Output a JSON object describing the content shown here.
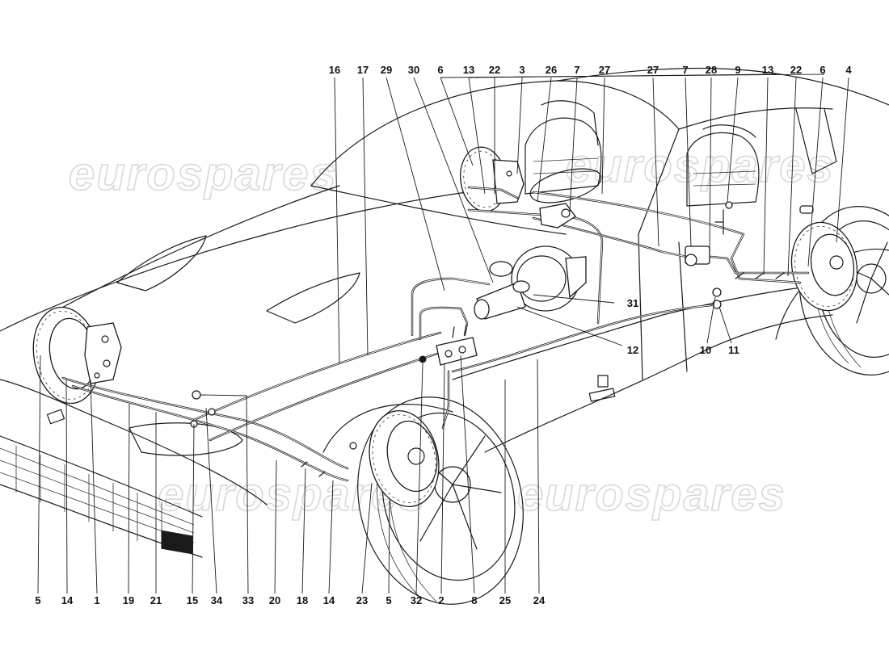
{
  "watermark": "eurospares",
  "callouts_top": [
    "16",
    "17",
    "29",
    "30",
    "6",
    "13",
    "22",
    "3",
    "26",
    "7",
    "27",
    "27",
    "7",
    "28",
    "9",
    "13",
    "22",
    "6",
    "4"
  ],
  "callouts_bottom": [
    "5",
    "14",
    "1",
    "19",
    "21",
    "15",
    "34",
    "33",
    "20",
    "18",
    "14",
    "23",
    "5",
    "32",
    "2",
    "8",
    "25",
    "24"
  ],
  "callouts_side": [
    "31",
    "12",
    "10",
    "11"
  ]
}
